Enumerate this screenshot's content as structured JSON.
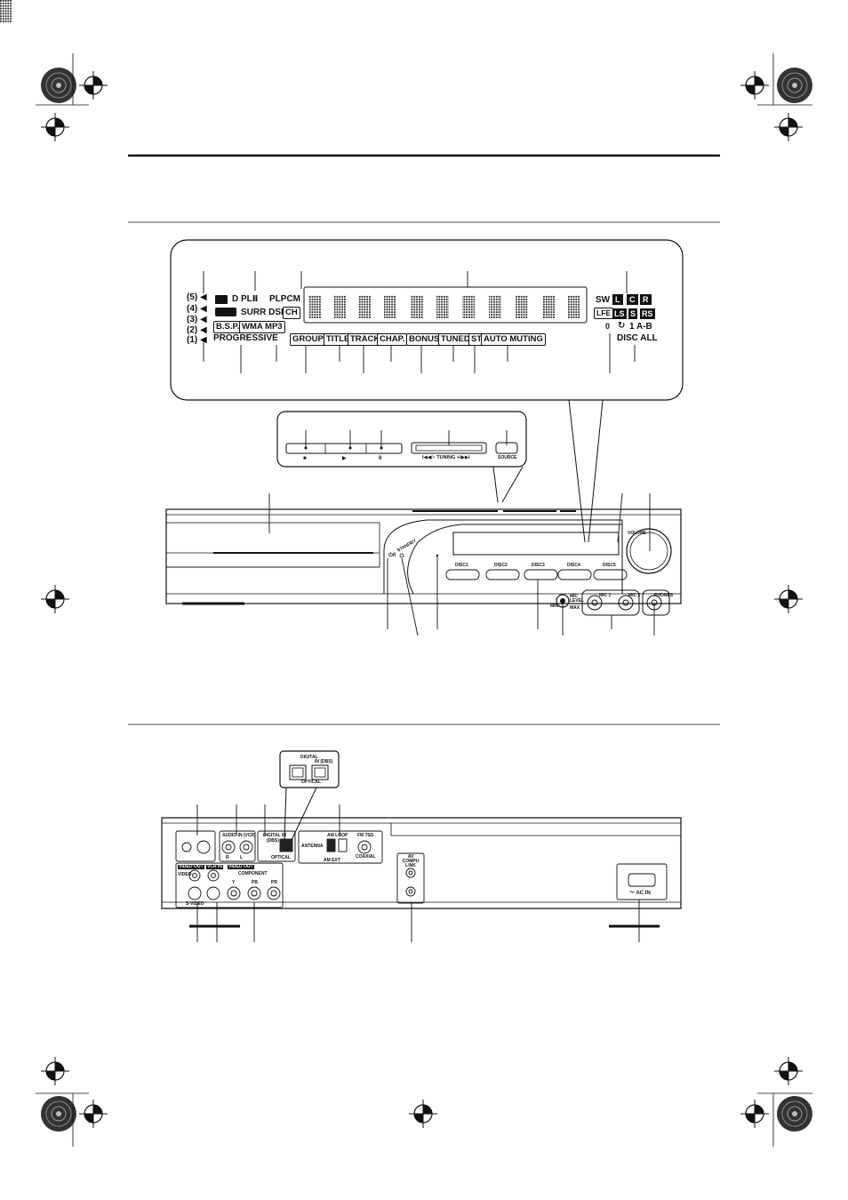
{
  "display_panel": {
    "channel_numbers": [
      "5",
      "4",
      "3",
      "2",
      "1"
    ],
    "row1_left": "D PLⅡ",
    "row1_right": "PLPCM",
    "row2_left": "SURR DSP",
    "row2_right": "CH",
    "row3_left": "B.S.P.",
    "row3_mid": "WMA MP3",
    "row4_left": "PROGRESSIVE",
    "status_indicators": [
      "GROUP",
      "TITLE",
      "TRACK",
      "CHAP.",
      "BONUS",
      "TUNED",
      "ST",
      "AUTO MUTING"
    ],
    "speaker_sw": "SW",
    "speaker_row1": [
      "L",
      "C",
      "R"
    ],
    "speaker_lfe": "LFE",
    "speaker_row2": [
      "LS",
      "S",
      "RS"
    ],
    "repeat_text": "1 A-B",
    "disc_all": "DISC ALL",
    "zero": "0"
  },
  "control_buttons": {
    "stop": "■",
    "play": "▶",
    "pause": "II",
    "tuning": "I◀◀/− TUNING +/▶▶I",
    "source": "SOURCE"
  },
  "front_unit": {
    "volume": "VOLUME",
    "standby": "STANDBY",
    "power": "⏻/I",
    "disc_labels": [
      "DISC1",
      "DISC2",
      "DISC3",
      "DISC4",
      "DISC5"
    ],
    "mic_level": "MIC LEVEL",
    "min": "MIN",
    "max": "MAX",
    "mic1": "MIC 1",
    "mic2": "MIC 2",
    "phones": "PHONES"
  },
  "rear_unit": {
    "digital_popup_title": "DIGITAL",
    "digital_popup_sub": "IN (DBS)",
    "digital_popup_bottom": "OPTICAL",
    "audio_in": "AUDIO IN (VCR)",
    "digital_in": "DIGITAL IN",
    "digital_in_sub": "(DBS)",
    "optical": "OPTICAL",
    "antenna": "ANTENNA",
    "am_loop": "AM LOOP",
    "fm_75": "FM 75Ω",
    "coaxial": "COAXIAL",
    "am_ext": "AM EXT",
    "video_out": "VIDEO OUT",
    "vcr_in": "VCR IN",
    "video_out2": "VIDEO OUT",
    "component": "COMPONENT",
    "video": "VIDEO",
    "s_video": "S-VIDEO",
    "y": "Y",
    "pb": "PB",
    "pr": "PR",
    "av_compu_link": "AV COMPU LINK",
    "ac_in": "～ AC IN",
    "l": "L",
    "r": "R"
  }
}
